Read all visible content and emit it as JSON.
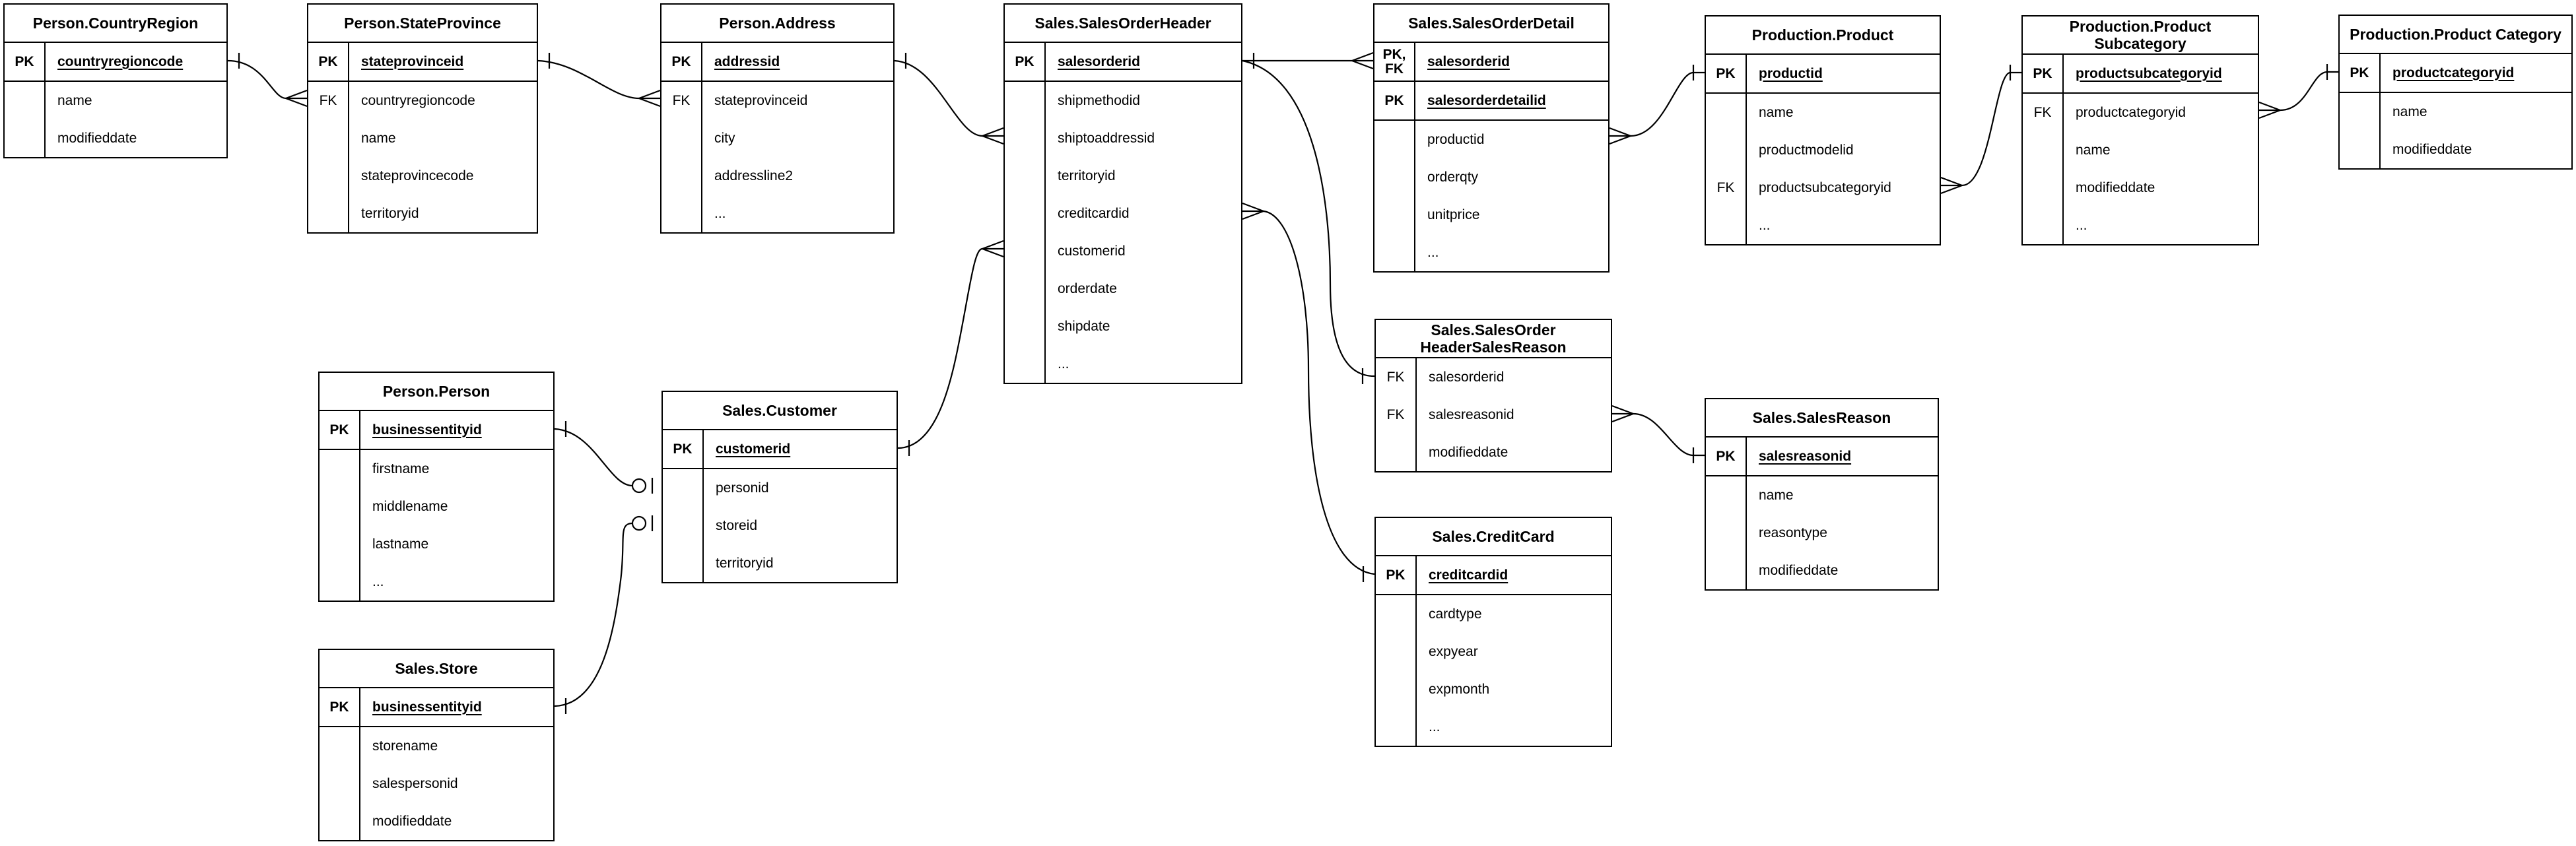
{
  "diagram": {
    "kind": "entity-relationship-diagram",
    "line_color": "#000000",
    "background_color": "#ffffff",
    "notation": "crow-foot"
  },
  "tables": [
    {
      "id": "country_region",
      "title": "Person.CountryRegion",
      "rows": [
        {
          "key": "PK",
          "field": "countryregioncode"
        },
        {
          "key": "",
          "field": "name"
        },
        {
          "key": "",
          "field": "modifieddate"
        }
      ]
    },
    {
      "id": "state_province",
      "title": "Person.StateProvince",
      "rows": [
        {
          "key": "PK",
          "field": "stateprovinceid"
        },
        {
          "key": "FK",
          "field": "countryregioncode"
        },
        {
          "key": "",
          "field": "name"
        },
        {
          "key": "",
          "field": "stateprovincecode"
        },
        {
          "key": "",
          "field": "territoryid"
        }
      ]
    },
    {
      "id": "address",
      "title": "Person.Address",
      "rows": [
        {
          "key": "PK",
          "field": "addressid"
        },
        {
          "key": "FK",
          "field": "stateprovinceid"
        },
        {
          "key": "",
          "field": "city"
        },
        {
          "key": "",
          "field": "addressline2"
        },
        {
          "key": "",
          "field": "..."
        }
      ]
    },
    {
      "id": "sales_order_header",
      "title": "Sales.SalesOrderHeader",
      "rows": [
        {
          "key": "PK",
          "field": "salesorderid"
        },
        {
          "key": "",
          "field": "shipmethodid"
        },
        {
          "key": "",
          "field": "shiptoaddressid"
        },
        {
          "key": "",
          "field": "territoryid"
        },
        {
          "key": "",
          "field": "creditcardid"
        },
        {
          "key": "",
          "field": "customerid"
        },
        {
          "key": "",
          "field": "orderdate"
        },
        {
          "key": "",
          "field": "shipdate"
        },
        {
          "key": "",
          "field": "..."
        }
      ]
    },
    {
      "id": "sales_order_detail",
      "title": "Sales.SalesOrderDetail",
      "rows": [
        {
          "key": "PK, FK",
          "field": "salesorderid"
        },
        {
          "key": "PK",
          "field": "salesorderdetailid"
        },
        {
          "key": "",
          "field": "productid"
        },
        {
          "key": "",
          "field": "orderqty"
        },
        {
          "key": "",
          "field": "unitprice"
        },
        {
          "key": "",
          "field": "..."
        }
      ]
    },
    {
      "id": "product",
      "title": "Production.Product",
      "rows": [
        {
          "key": "PK",
          "field": "productid"
        },
        {
          "key": "",
          "field": "name"
        },
        {
          "key": "",
          "field": "productmodelid"
        },
        {
          "key": "FK",
          "field": "productsubcategoryid"
        },
        {
          "key": "",
          "field": "..."
        }
      ]
    },
    {
      "id": "product_subcategory",
      "title": "Production.Product Subcategory",
      "rows": [
        {
          "key": "PK",
          "field": "productsubcategoryid"
        },
        {
          "key": "FK",
          "field": "productcategoryid"
        },
        {
          "key": "",
          "field": "name"
        },
        {
          "key": "",
          "field": "modifieddate"
        },
        {
          "key": "",
          "field": "..."
        }
      ]
    },
    {
      "id": "product_category",
      "title": "Production.Product Category",
      "rows": [
        {
          "key": "PK",
          "field": "productcategoryid"
        },
        {
          "key": "",
          "field": "name"
        },
        {
          "key": "",
          "field": "modifieddate"
        }
      ]
    },
    {
      "id": "person",
      "title": "Person.Person",
      "rows": [
        {
          "key": "PK",
          "field": "businessentityid"
        },
        {
          "key": "",
          "field": "firstname"
        },
        {
          "key": "",
          "field": "middlename"
        },
        {
          "key": "",
          "field": "lastname"
        },
        {
          "key": "",
          "field": "..."
        }
      ]
    },
    {
      "id": "customer",
      "title": "Sales.Customer",
      "rows": [
        {
          "key": "PK",
          "field": "customerid"
        },
        {
          "key": "",
          "field": "personid"
        },
        {
          "key": "",
          "field": "storeid"
        },
        {
          "key": "",
          "field": "territoryid"
        }
      ]
    },
    {
      "id": "store",
      "title": "Sales.Store",
      "rows": [
        {
          "key": "PK",
          "field": "businessentityid"
        },
        {
          "key": "",
          "field": "storename"
        },
        {
          "key": "",
          "field": "salespersonid"
        },
        {
          "key": "",
          "field": "modifieddate"
        }
      ]
    },
    {
      "id": "sales_order_header_sales_reason",
      "title": "Sales.SalesOrder HeaderSalesReason",
      "rows": [
        {
          "key": "FK",
          "field": "salesorderid"
        },
        {
          "key": "FK",
          "field": "salesreasonid"
        },
        {
          "key": "",
          "field": "modifieddate"
        }
      ]
    },
    {
      "id": "sales_reason",
      "title": "Sales.SalesReason",
      "rows": [
        {
          "key": "PK",
          "field": "salesreasonid"
        },
        {
          "key": "",
          "field": "name"
        },
        {
          "key": "",
          "field": "reasontype"
        },
        {
          "key": "",
          "field": "modifieddate"
        }
      ]
    },
    {
      "id": "credit_card",
      "title": "Sales.CreditCard",
      "rows": [
        {
          "key": "PK",
          "field": "creditcardid"
        },
        {
          "key": "",
          "field": "cardtype"
        },
        {
          "key": "",
          "field": "expyear"
        },
        {
          "key": "",
          "field": "expmonth"
        },
        {
          "key": "",
          "field": "..."
        }
      ]
    }
  ],
  "relationships": [
    {
      "from": "Person.CountryRegion.countryregioncode",
      "to": "Person.StateProvince.countryregioncode",
      "from_end": "one",
      "to_end": "many"
    },
    {
      "from": "Person.StateProvince.stateprovinceid",
      "to": "Person.Address.stateprovinceid",
      "from_end": "one",
      "to_end": "many"
    },
    {
      "from": "Person.Address.addressid",
      "to": "Sales.SalesOrderHeader.shiptoaddressid",
      "from_end": "one",
      "to_end": "many"
    },
    {
      "from": "Sales.SalesOrderHeader.salesorderid",
      "to": "Sales.SalesOrderDetail.salesorderid",
      "from_end": "one",
      "to_end": "many"
    },
    {
      "from": "Sales.SalesOrderHeader.salesorderid",
      "to": "Sales.SalesOrderHeaderSalesReason.salesorderid",
      "from_end": "one",
      "to_end": "one"
    },
    {
      "from": "Sales.Customer.customerid",
      "to": "Sales.SalesOrderHeader.customerid",
      "from_end": "one",
      "to_end": "many"
    },
    {
      "from": "Person.Person.businessentityid",
      "to": "Sales.Customer.personid",
      "from_end": "one",
      "to_end": "zero-or-one"
    },
    {
      "from": "Sales.Store.businessentityid",
      "to": "Sales.Customer.storeid",
      "from_end": "one",
      "to_end": "zero-or-one"
    },
    {
      "from": "Sales.CreditCard.creditcardid",
      "to": "Sales.SalesOrderHeader.creditcardid",
      "from_end": "one",
      "to_end": "many"
    },
    {
      "from": "Production.Product.productid",
      "to": "Sales.SalesOrderDetail.productid",
      "from_end": "one",
      "to_end": "many"
    },
    {
      "from": "Production.ProductSubcategory.productsubcategoryid",
      "to": "Production.Product.productsubcategoryid",
      "from_end": "one",
      "to_end": "many"
    },
    {
      "from": "Production.ProductCategory.productcategoryid",
      "to": "Production.ProductSubcategory.productcategoryid",
      "from_end": "one",
      "to_end": "many"
    },
    {
      "from": "Sales.SalesReason.salesreasonid",
      "to": "Sales.SalesOrderHeaderSalesReason.salesreasonid",
      "from_end": "one",
      "to_end": "many"
    }
  ]
}
